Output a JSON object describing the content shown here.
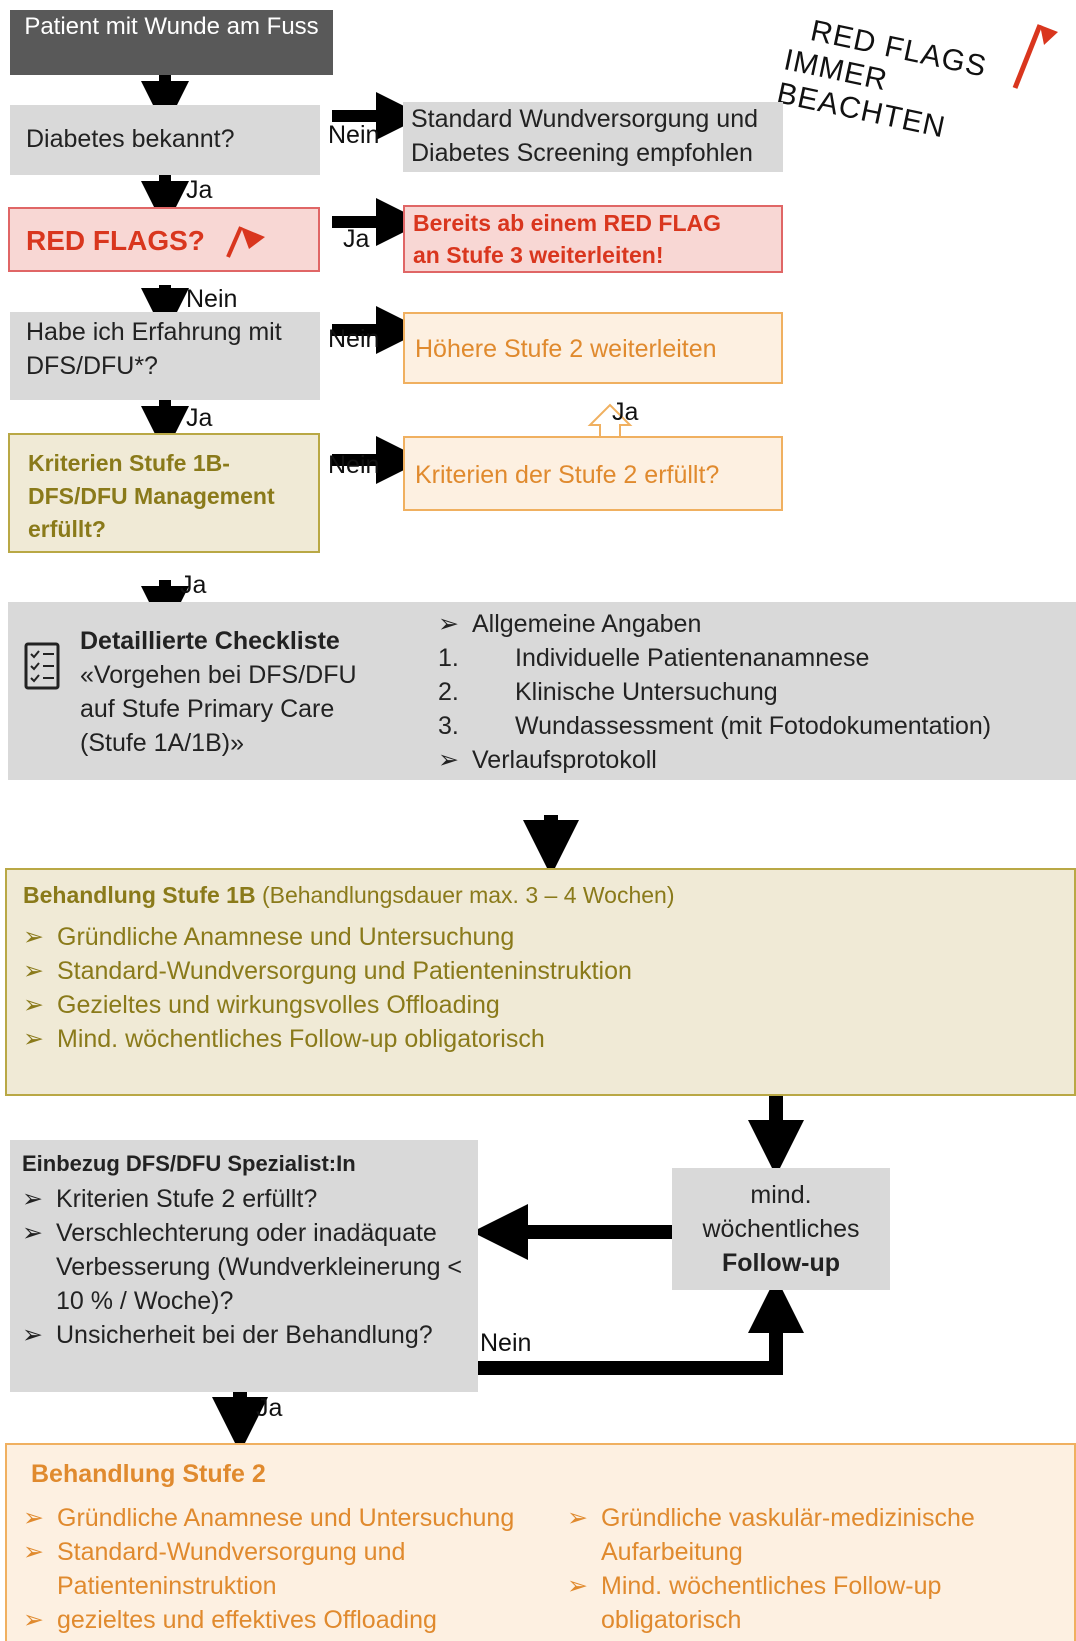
{
  "start": "Patient mit Wunde am Fuss",
  "stamp": {
    "line1": "RED FLAGS",
    "line2": "IMMER BEACHTEN"
  },
  "q_diabetes": "Diabetes bekannt?",
  "a_diabetes_no": "Standard Wundversorgung und Diabetes Screening empfohlen",
  "q_redflags": "RED FLAGS?",
  "a_redflags_yes": "Bereits ab einem RED FLAG an Stufe 3 weiterleiten!",
  "q_experience": "Habe ich Erfahrung mit DFS/DFU*?",
  "a_experience_no": "Höhere Stufe 2 weiterleiten",
  "q_criteria1b": "Kriterien Stufe 1B- DFS/DFU Management erfüllt?",
  "q_criteria2": "Kriterien der Stufe 2 erfüllt?",
  "labels": {
    "ja": "Ja",
    "nein": "Nein"
  },
  "checklist": {
    "title": "Detaillierte Checkliste",
    "text": "«Vorgehen bei DFS/DFU auf Stufe Primary Care (Stufe 1A/1B)»",
    "bullet_top": "Allgemeine Angaben",
    "numbered": [
      {
        "num": "1.",
        "text": "Individuelle Patientenanamnese"
      },
      {
        "num": "2.",
        "text": "Klinische Untersuchung"
      },
      {
        "num": "3.",
        "text": "Wundassessment (mit Fotodokumentation)"
      }
    ],
    "bullet_bottom": "Verlaufsprotokoll"
  },
  "stage1b": {
    "title": "Behandlung Stufe 1B",
    "subtitle": "(Behandlungsdauer max. 3 – 4 Wochen)",
    "items": [
      "Gründliche Anamnese und Untersuchung",
      "Standard-Wundversorgung und Patienteninstruktion",
      "Gezieltes und wirkungsvolles Offloading",
      "Mind. wöchentliches Follow-up obligatorisch"
    ]
  },
  "specialist": {
    "title": "Einbezug DFS/DFU Spezialist:In",
    "items": [
      "Kriterien Stufe 2 erfüllt?",
      "Verschlechterung oder inadäquate Verbesserung (Wundverkleinerung < 10 % / Woche)?",
      "Unsicherheit bei der Behandlung?"
    ]
  },
  "followup": {
    "line1": "mind.",
    "line2": "wöchentliches",
    "line3": "Follow-up"
  },
  "stage2": {
    "title": "Behandlung Stufe 2",
    "left": [
      "Gründliche Anamnese und Untersuchung",
      "Standard-Wundversorgung und Patienteninstruktion",
      "gezieltes und effektives Offloading"
    ],
    "right": [
      "Gründliche vaskulär-medizinische Aufarbeitung",
      "Mind. wöchentliches Follow-up obligatorisch"
    ]
  },
  "colors": {
    "red": "#d9361e",
    "olive": "#8a7a1a",
    "orange": "#e08a2e",
    "grey": "#d9d9d9",
    "start_box": "#595959"
  }
}
